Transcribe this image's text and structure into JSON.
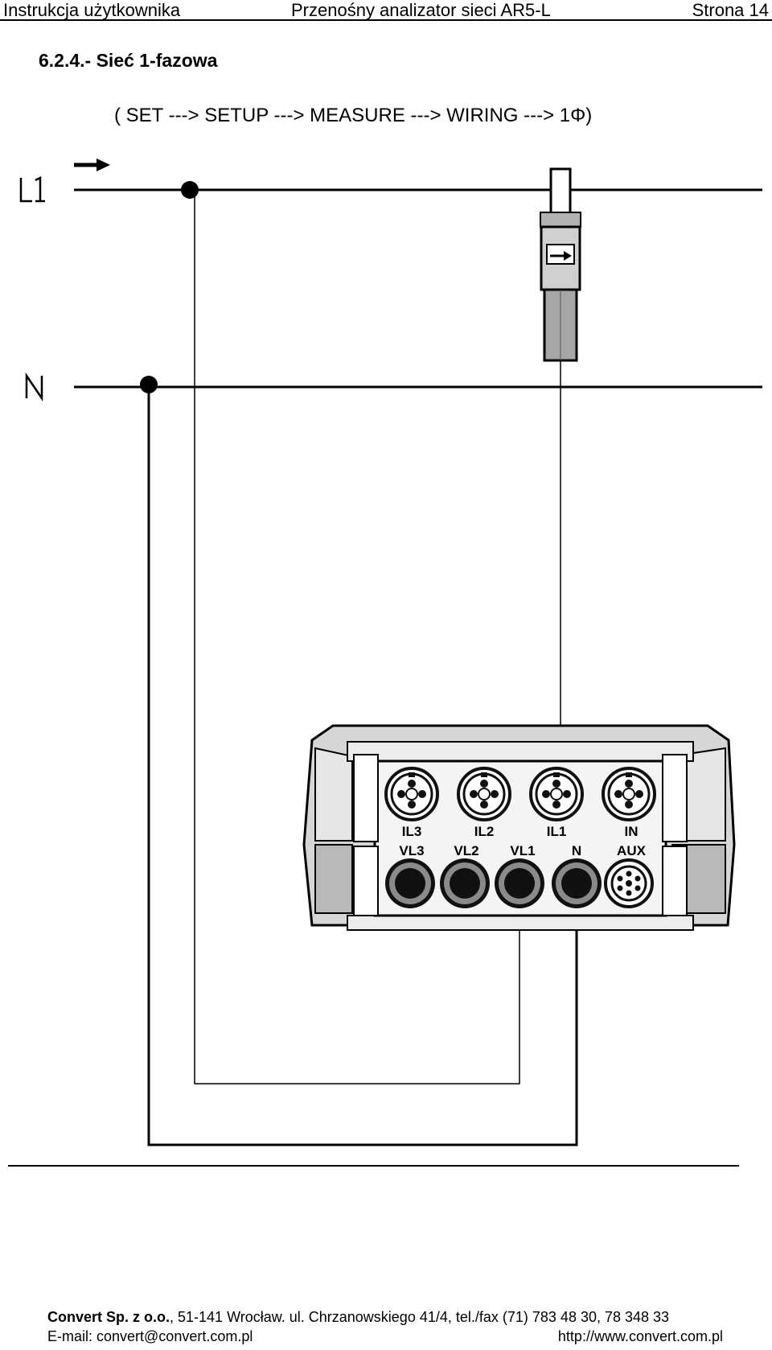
{
  "header": {
    "left": "Instrukcja użytkownika",
    "center": "Przenośny analizator sieci AR5-L",
    "right": "Strona  14"
  },
  "section": {
    "number": "6.2.4.",
    "title": "- Sieć 1-fazowa"
  },
  "menu_path": "( SET ---> SETUP ---> MEASURE ---> WIRING ---> 1Φ)",
  "diagram": {
    "line_labels": {
      "l1": "L1",
      "n": "N"
    },
    "current_inputs": [
      "IL3",
      "IL2",
      "IL1",
      "IN"
    ],
    "voltage_inputs": [
      "VL3",
      "VL2",
      "VL1",
      "N"
    ],
    "aux_label": "AUX"
  },
  "footer": {
    "company": "Convert Sp. z o.o.",
    "address": ", 51-141 Wrocław. ul. Chrzanowskiego 41/4, tel./fax (71) 783 48 30, 78 348 33",
    "email": "E-mail: convert@convert.com.pl",
    "website": "http://www.convert.com.pl"
  }
}
